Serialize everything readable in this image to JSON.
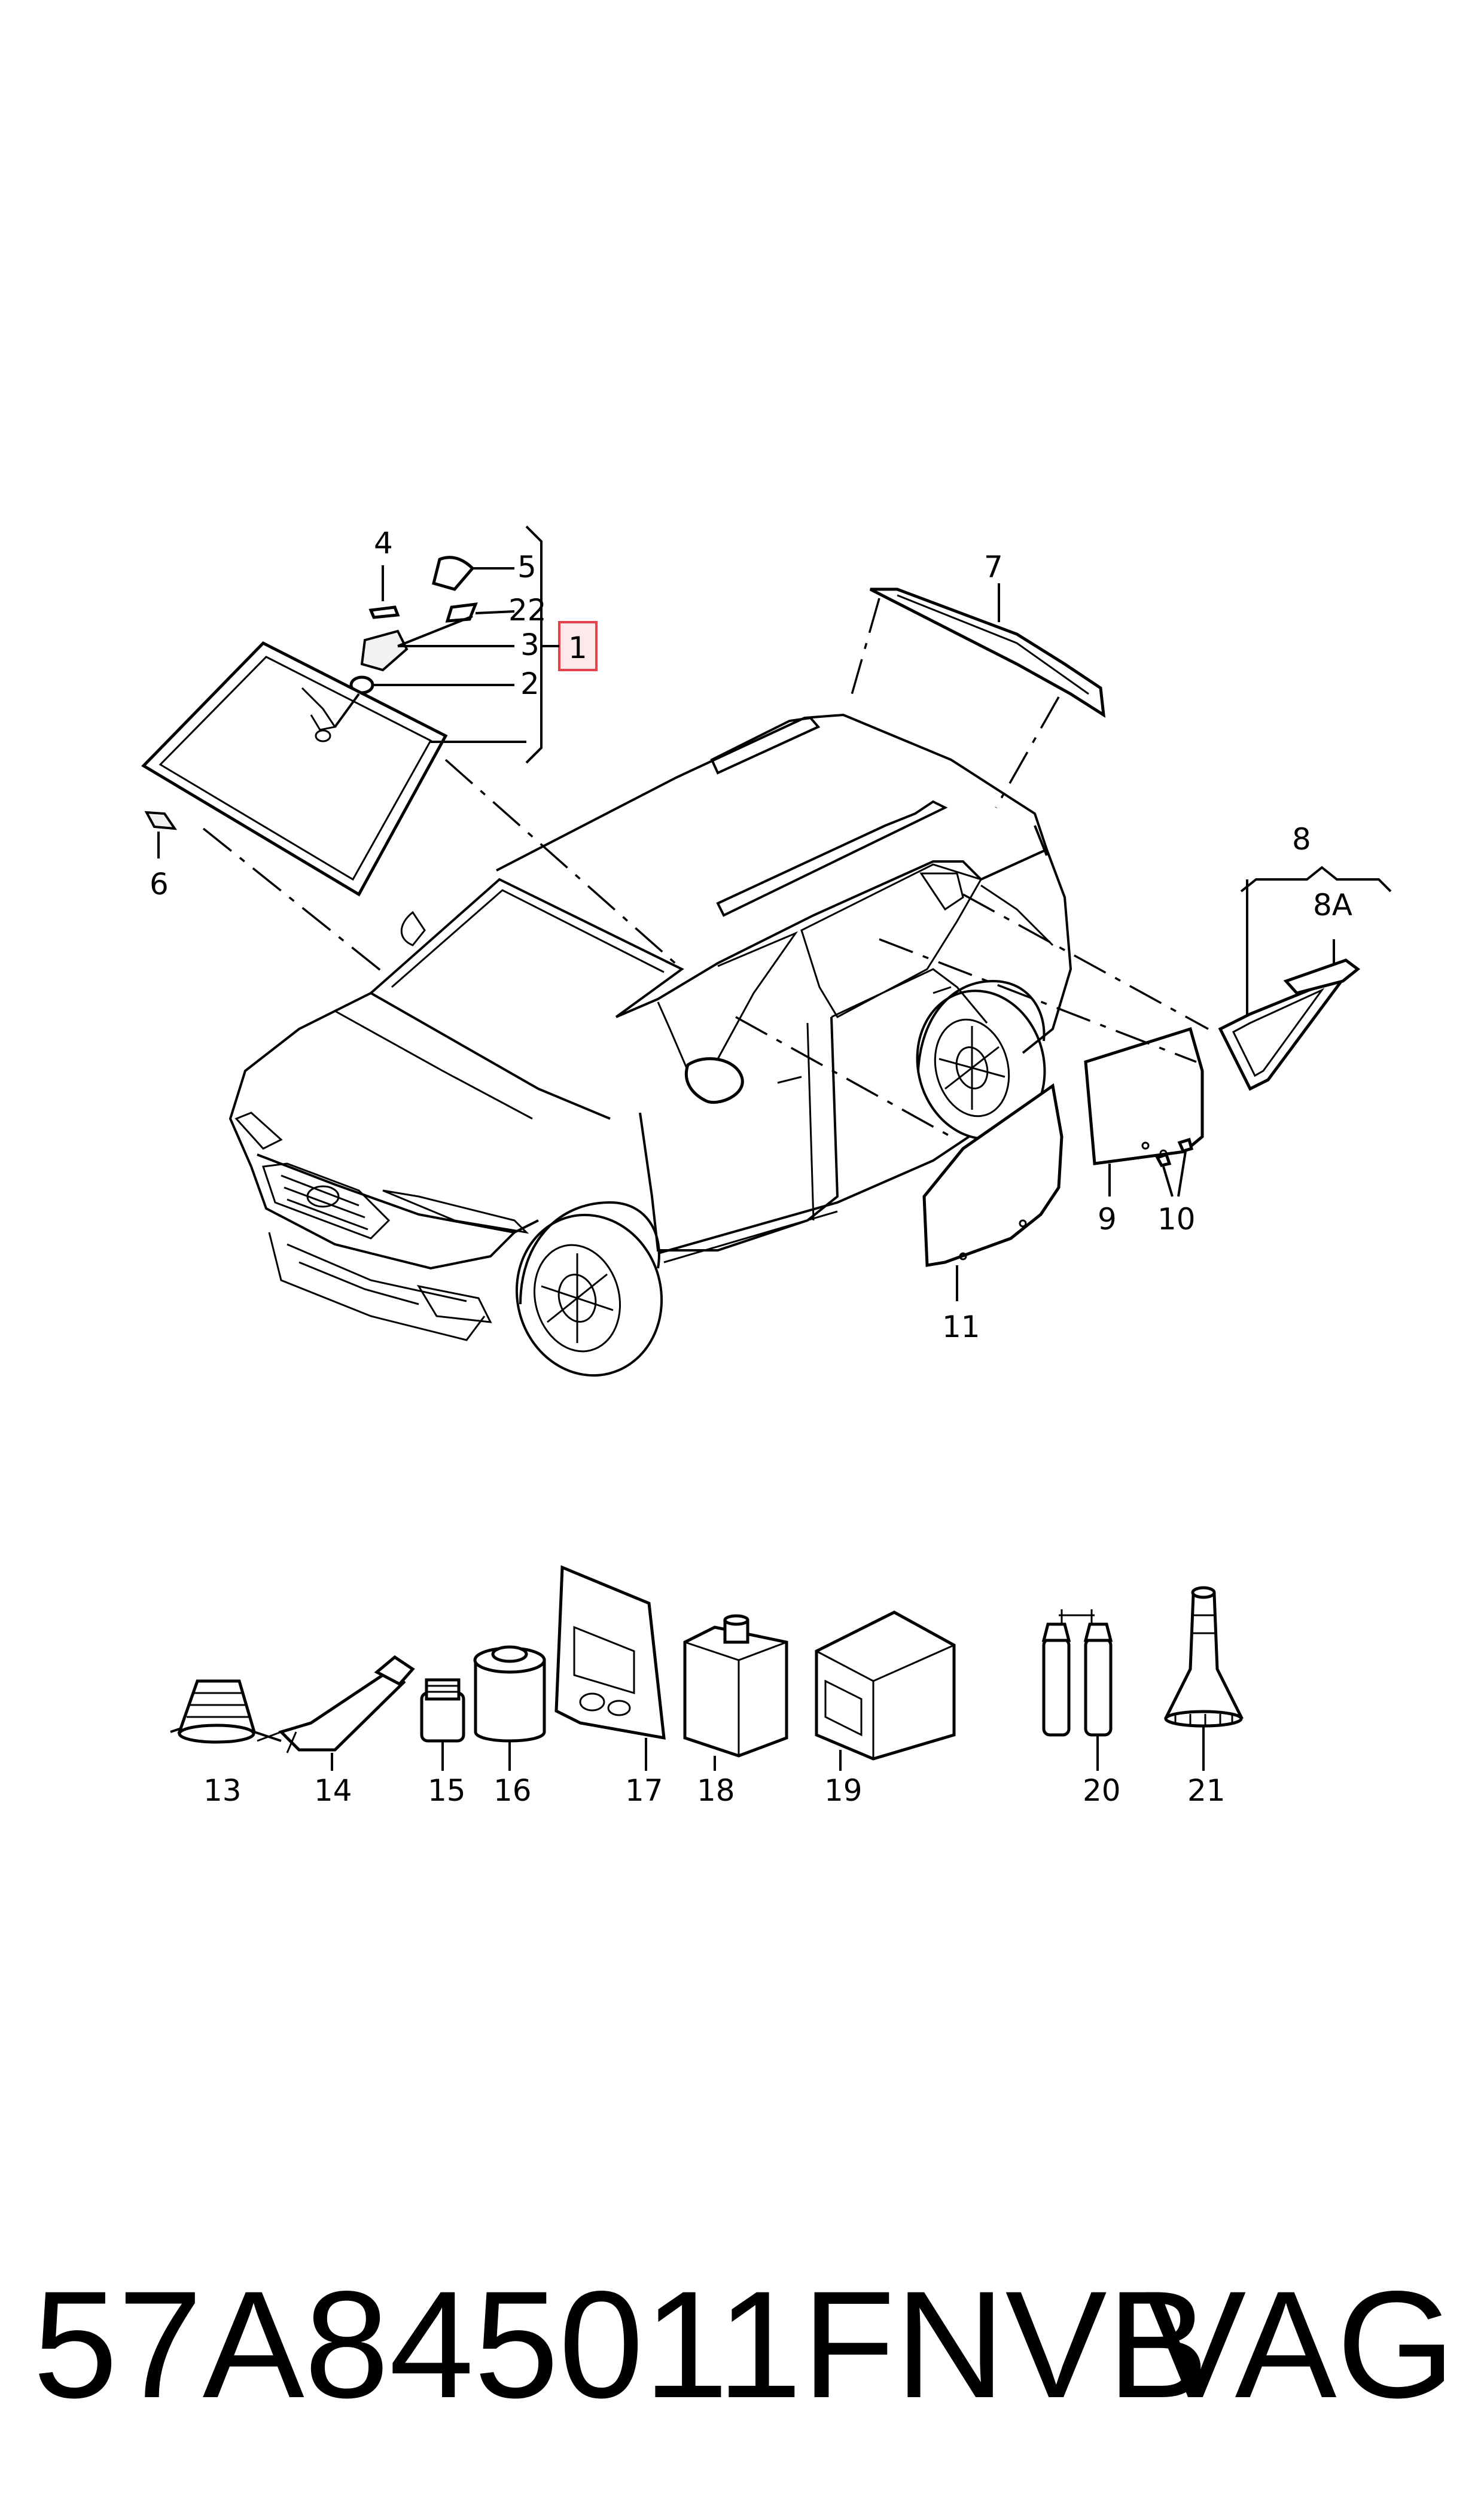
{
  "callouts": {
    "c1": "1",
    "c2": "2",
    "c3": "3",
    "c4": "4",
    "c5": "5",
    "c6": "6",
    "c7": "7",
    "c8": "8",
    "c8a": "8A",
    "c9": "9",
    "c10": "10",
    "c11": "11",
    "c13": "13",
    "c14": "14",
    "c15": "15",
    "c16": "16",
    "c17": "17",
    "c18": "18",
    "c19": "19",
    "c20": "20",
    "c21": "21",
    "c22": "22"
  },
  "highlight_color": "#e8404a",
  "footer": {
    "part_number": "57A845011FNVB",
    "brand": "VAG"
  }
}
